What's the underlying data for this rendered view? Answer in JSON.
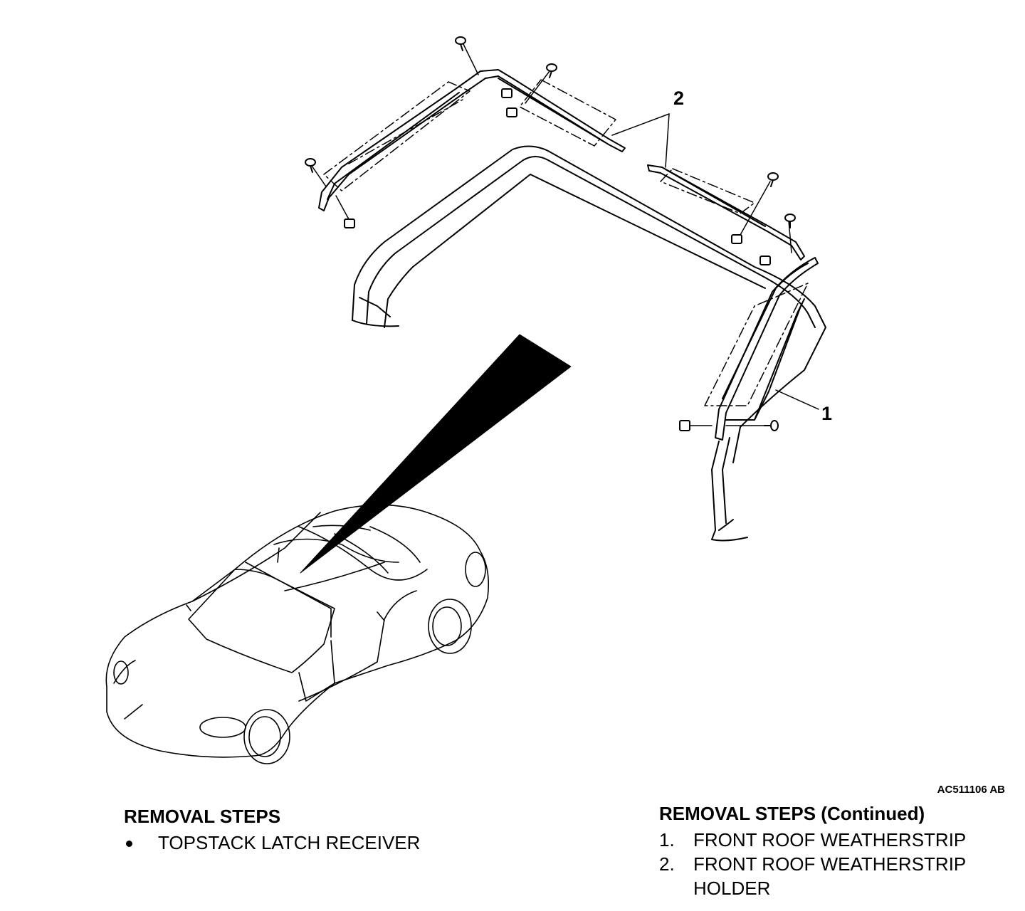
{
  "diagram": {
    "callouts": [
      {
        "id": "1",
        "label": "1"
      },
      {
        "id": "2",
        "label": "2"
      }
    ],
    "figure_id": "AC511106 AB"
  },
  "left_steps": {
    "title": "REMOVAL STEPS",
    "items": [
      {
        "marker": "bullet",
        "text": "TOPSTACK LATCH RECEIVER"
      }
    ]
  },
  "right_steps": {
    "title": "REMOVAL STEPS (Continued)",
    "items": [
      {
        "number": "1.",
        "text": "FRONT ROOF WEATHERSTRIP"
      },
      {
        "number": "2.",
        "text": "FRONT ROOF WEATHERSTRIP"
      },
      {
        "number": "",
        "text": "HOLDER"
      }
    ]
  },
  "icons": {
    "clip": "clip-icon",
    "screw": "screw-icon"
  }
}
